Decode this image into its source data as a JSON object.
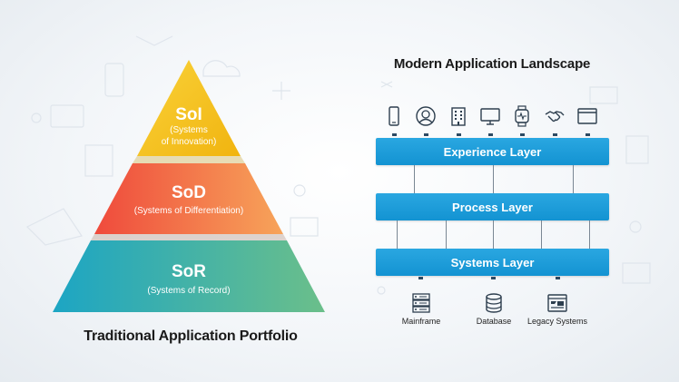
{
  "pyramid": {
    "caption": "Traditional Application Portfolio",
    "tiers": [
      {
        "abbr": "SoI",
        "full_line1": "(Systems",
        "full_line2": "of Innovation)"
      },
      {
        "abbr": "SoD",
        "full": "(Systems of Differentiation)"
      },
      {
        "abbr": "SoR",
        "full": "(Systems of Record)"
      }
    ],
    "colors": {
      "top": "#f5c518",
      "middle": "#f0603a",
      "bottom": "#3aaeb0"
    }
  },
  "landscape": {
    "title": "Modern Application Landscape",
    "layers": [
      "Experience Layer",
      "Process Layer",
      "Systems Layer"
    ],
    "layer_color": "#1b9cd9",
    "devices": [
      "smartphone-icon",
      "user-icon",
      "building-icon",
      "monitor-icon",
      "smartwatch-icon",
      "handshake-icon",
      "browser-icon"
    ],
    "systems": [
      {
        "icon": "server-icon",
        "label": "Mainframe"
      },
      {
        "icon": "database-icon",
        "label": "Database"
      },
      {
        "icon": "legacy-window-icon",
        "label": "Legacy Systems"
      }
    ]
  }
}
